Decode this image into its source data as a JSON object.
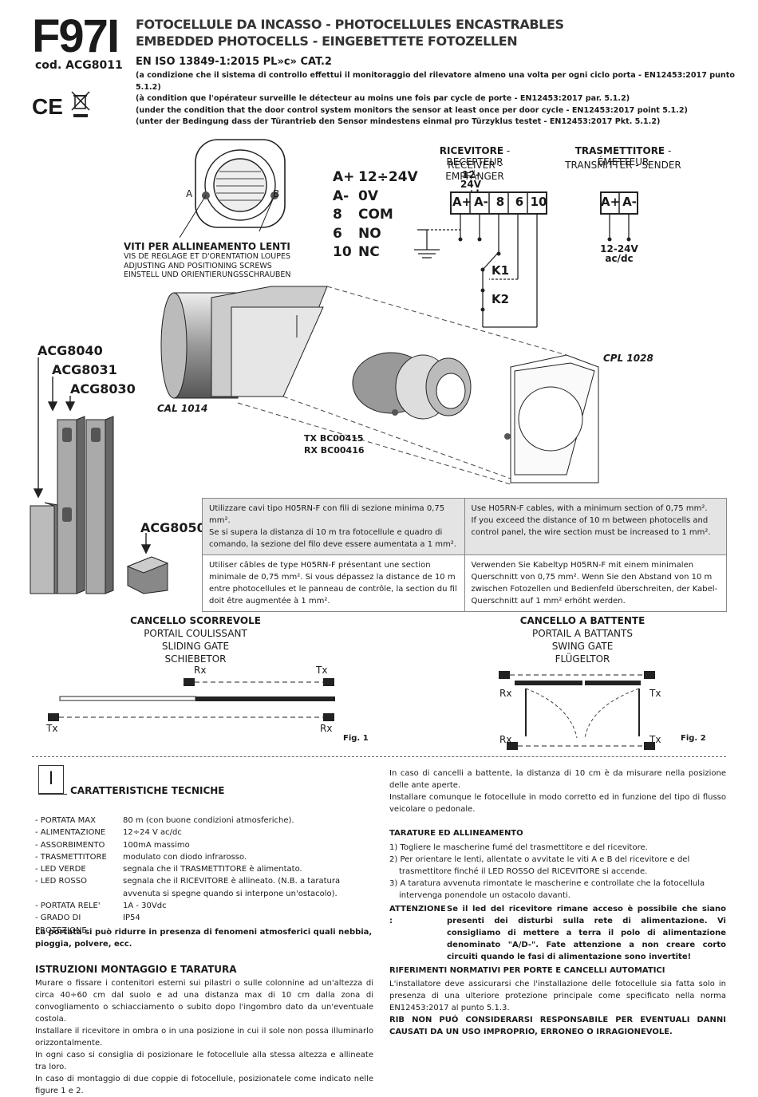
{
  "header": {
    "model": "F97I",
    "code": "cod. ACG8011",
    "title_lines": [
      "FOTOCELLULE DA INCASSO - PHOTOCELLULES ENCASTRABLES",
      "EMBEDDED PHOTOCELLS - EINGEBETTETE FOTOZELLEN"
    ],
    "norm": "EN ISO 13849-1:2015 PL»c» CAT.2",
    "conditions": [
      "(a condizione che il sistema di controllo effettui il monitoraggio del rilevatore almeno una volta per ogni ciclo porta - EN12453:2017 punto 5.1.2)",
      "(à condition que l'opérateur surveille le détecteur au moins une fois par cycle de porte - EN12453:2017 par. 5.1.2)",
      "(under the condition that the door control system monitors the sensor at least once per door cycle - EN12453:2017 point 5.1.2)",
      "(unter der Bedingung dass der Türantrieb den Sensor mindestens einmal pro Türzyklus testet - EN12453:2017 Pkt. 5.1.2)"
    ],
    "ce_mark": "CE"
  },
  "lens": {
    "a": "A",
    "b": "B",
    "title": "VITI PER ALLINEAMENTO LENTI",
    "lines": [
      "VIS DE REGLAGE ET D'ORENTATION LOUPES",
      "ADJUSTING AND POSITIONING SCREWS",
      "EINSTELL UND ORIENTIERUNGSSCHRAUBEN"
    ]
  },
  "terminals": [
    {
      "id": "A+",
      "desc": "12÷24V"
    },
    {
      "id": "A-",
      "desc": "0V"
    },
    {
      "id": "8",
      "desc": "COM"
    },
    {
      "id": "6",
      "desc": "NO"
    },
    {
      "id": "10",
      "desc": "NC"
    }
  ],
  "receiver": {
    "title_bold": "RICEVITORE",
    "title_rest": " - RECEPTEUR",
    "subtitle": "RECEIVER - EMPFÄNGER",
    "voltage": "12-24V",
    "acdc": "ac/dc",
    "pins": [
      "A+",
      "A-",
      "8",
      "6",
      "10"
    ],
    "k1": "K1",
    "k2": "K2"
  },
  "transmitter": {
    "title_bold": "TRASMETTITORE",
    "title_rest": " - ÉMETTEUR",
    "subtitle": "TRANSMITTER - SENDER",
    "pins": [
      "A+",
      "A-"
    ],
    "voltage": "12-24V",
    "acdc": "ac/dc"
  },
  "parts": {
    "cpl": "CPL 1028",
    "cal": "CAL 1014",
    "tx": "TX BC00415",
    "rx": "RX BC00416",
    "acg8040": "ACG8040",
    "acg8031": "ACG8031",
    "acg8030": "ACG8030",
    "acg8050": "ACG8050"
  },
  "cables": {
    "it": [
      "Utilizzare cavi tipo H05RN-F con fili di sezione minima 0,75 mm².",
      "Se si supera la distanza di 10 m tra fotocellule e quadro di comando, la sezione del filo deve essere aumentata a 1 mm²."
    ],
    "en": [
      "Use H05RN-F cables, with a minimum section of 0,75 mm².",
      "If you exceed the distance of 10 m between photocells and control panel, the wire section must be increased to 1 mm²."
    ],
    "fr": "Utiliser câbles de type H05RN-F présentant une section minimale de 0,75 mm². Si vous dépassez la distance de 10 m entre photocellules et le panneau de contrôle, la section du fil doit être augmentée à 1 mm².",
    "de": "Verwenden Sie Kabeltyp H05RN-F mit einem minimalen Querschnitt von 0,75 mm². Wenn Sie den Abstand von 10 m zwischen Fotozellen und Bedienfeld überschreiten, der Kabel-Querschnitt auf 1 mm² erhöht werden."
  },
  "sliding": {
    "title": "CANCELLO SCORREVOLE",
    "lines": [
      "PORTAIL COULISSANT",
      "SLIDING GATE",
      "SCHIEBETOR"
    ],
    "rx": "Rx",
    "tx": "Tx",
    "fig": "Fig. 1"
  },
  "swing": {
    "title": "CANCELLO A BATTENTE",
    "lines": [
      "PORTAIL A BATTANTS",
      "SWING GATE",
      "FLÜGELTOR"
    ],
    "rx": "Rx",
    "tx": "Tx",
    "fig": "Fig. 2"
  },
  "lang_box": "I",
  "tech": {
    "title": "CARATTERISTICHE TECNICHE",
    "rows": [
      {
        "k": "- PORTATA MAX",
        "v": "80 m (con buone condizioni atmosferiche)."
      },
      {
        "k": "- ALIMENTAZIONE",
        "v": "12÷24 V ac/dc"
      },
      {
        "k": "- ASSORBIMENTO",
        "v": "100mA massimo"
      },
      {
        "k": "- TRASMETTITORE",
        "v": "modulato con diodo infrarosso."
      },
      {
        "k": "- LED VERDE",
        "v": "segnala che il TRASMETTITORE è alimentato."
      },
      {
        "k": "- LED ROSSO",
        "v": "segnala che il RICEVITORE è allineato. (N.B. a taratura avvenuta si spegne quando si interpone un'ostacolo)."
      },
      {
        "k": "- PORTATA RELE'",
        "v": "1A - 30Vdc"
      },
      {
        "k": "- GRADO DI PROTEZIONE",
        "v": "IP54"
      }
    ],
    "note": "La portata si può ridurre in presenza di fenomeni atmosferici quali nebbia, pioggia, polvere, ecc."
  },
  "install": {
    "title": "ISTRUZIONI MONTAGGIO E TARATURA",
    "paras": [
      "Murare o fissare i contenitori esterni sui pilastri o sulle colonnine ad un'altezza di circa 40÷60 cm dal suolo e ad una distanza max di 10 cm dalla zona di convogliamento o schiacciamento o subito dopo l'ingombro dato da un'eventuale costola.",
      "Installare il ricevitore in ombra o in una posizione in cui il sole non possa illuminarlo orizzontalmente.",
      "In ogni caso si consiglia di posizionare le fotocellule alla stessa altezza e allineate tra loro.",
      "In caso di montaggio di due coppie di fotocellule, posizionatele come indicato nelle figure 1 e 2."
    ]
  },
  "right": {
    "intro": [
      "In caso di cancelli a battente, la distanza di 10 cm è da misurare nella posizione delle ante aperte.",
      "Installare comunque le fotocellule in modo corretto ed in funzione del tipo di flusso veicolare o pedonale."
    ],
    "align_title": "TARATURE ED ALLINEAMENTO",
    "steps": [
      "1) Togliere le mascherine fumé del trasmettitore e del ricevitore.",
      "2) Per orientare le lenti, allentate o avvitate le viti A e B del ricevitore e del trasmettitore finché il LED ROSSO del RICEVITORE si accende.",
      "3) A taratura avvenuta rimontate le mascherine e controllate che la fotocellula intervenga ponendole un ostacolo davanti."
    ],
    "attn_label": "ATTENZIONE :",
    "attn": "Se il led del ricevitore rimane acceso è possibile che siano presenti dei disturbi sulla rete di alimentazione. Vi consigliamo di mettere a terra il polo di alimentazione denominato \"A/D-\". Fate attenzione a non creare corto circuiti quando le fasi di alimentazione sono invertite!",
    "ref_title": "RIFERIMENTI NORMATIVI PER PORTE E CANCELLI AUTOMATICI",
    "ref": "L'installatore deve assicurarsi che l'installazione delle fotocellule sia fatta solo in presenza di una ulteriore protezione principale come specificato nella norma EN12453:2017 al punto 5.1.3.",
    "disclaimer": "RIB NON PUÓ CONSIDERARSI RESPONSABILE PER EVENTUALI DANNI CAUSATI DA UN USO IMPROPRIO, ERRONEO O IRRAGIONEVOLE."
  }
}
